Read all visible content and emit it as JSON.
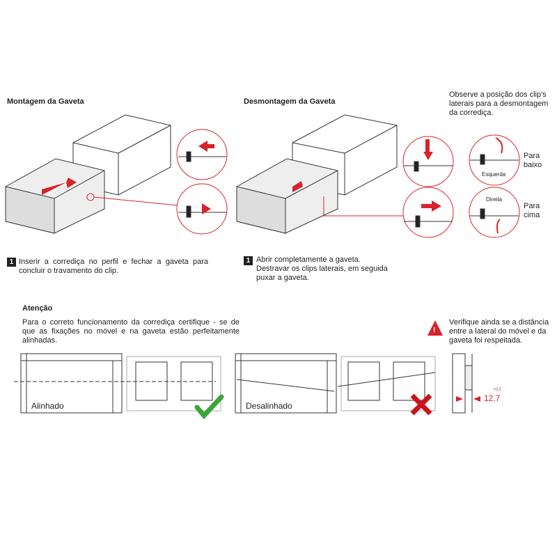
{
  "assembly": {
    "title": "Montagem da Gaveta",
    "step_number": "1",
    "step_text": "Inserir a corrediça no perfil e fechar a gaveta para concluir o travamento do clip."
  },
  "disassembly": {
    "title": "Desmontagem da Gaveta",
    "step_number": "1",
    "step_text_1": "Abrir completamente a gaveta.",
    "step_text_2": "Destravar os clips laterais, em seguida puxar a gaveta."
  },
  "clip_note": {
    "text": "Observe a posição dos clip's laterais para a desmontagem da corrediça.",
    "left_label": "Esquerda",
    "right_label": "Direita",
    "down_label": "Para baixo",
    "up_label": "Para cima"
  },
  "attention": {
    "title": "Atenção",
    "text": "Para o correto funcionamento da corrediça certifique - se de que as fixações no móvel e na gaveta estão perfeitamente alinhadas.",
    "aligned_label": "Alinhado",
    "misaligned_label": "Desalinhado"
  },
  "distance": {
    "text": "Verifique ainda se a distância entre a lateral do móvel e da gaveta foi respeitada.",
    "value": "12,7",
    "tolerance": "+0,2"
  },
  "colors": {
    "accent": "#d8232a",
    "ok": "#3aa63a",
    "text": "#222222"
  }
}
